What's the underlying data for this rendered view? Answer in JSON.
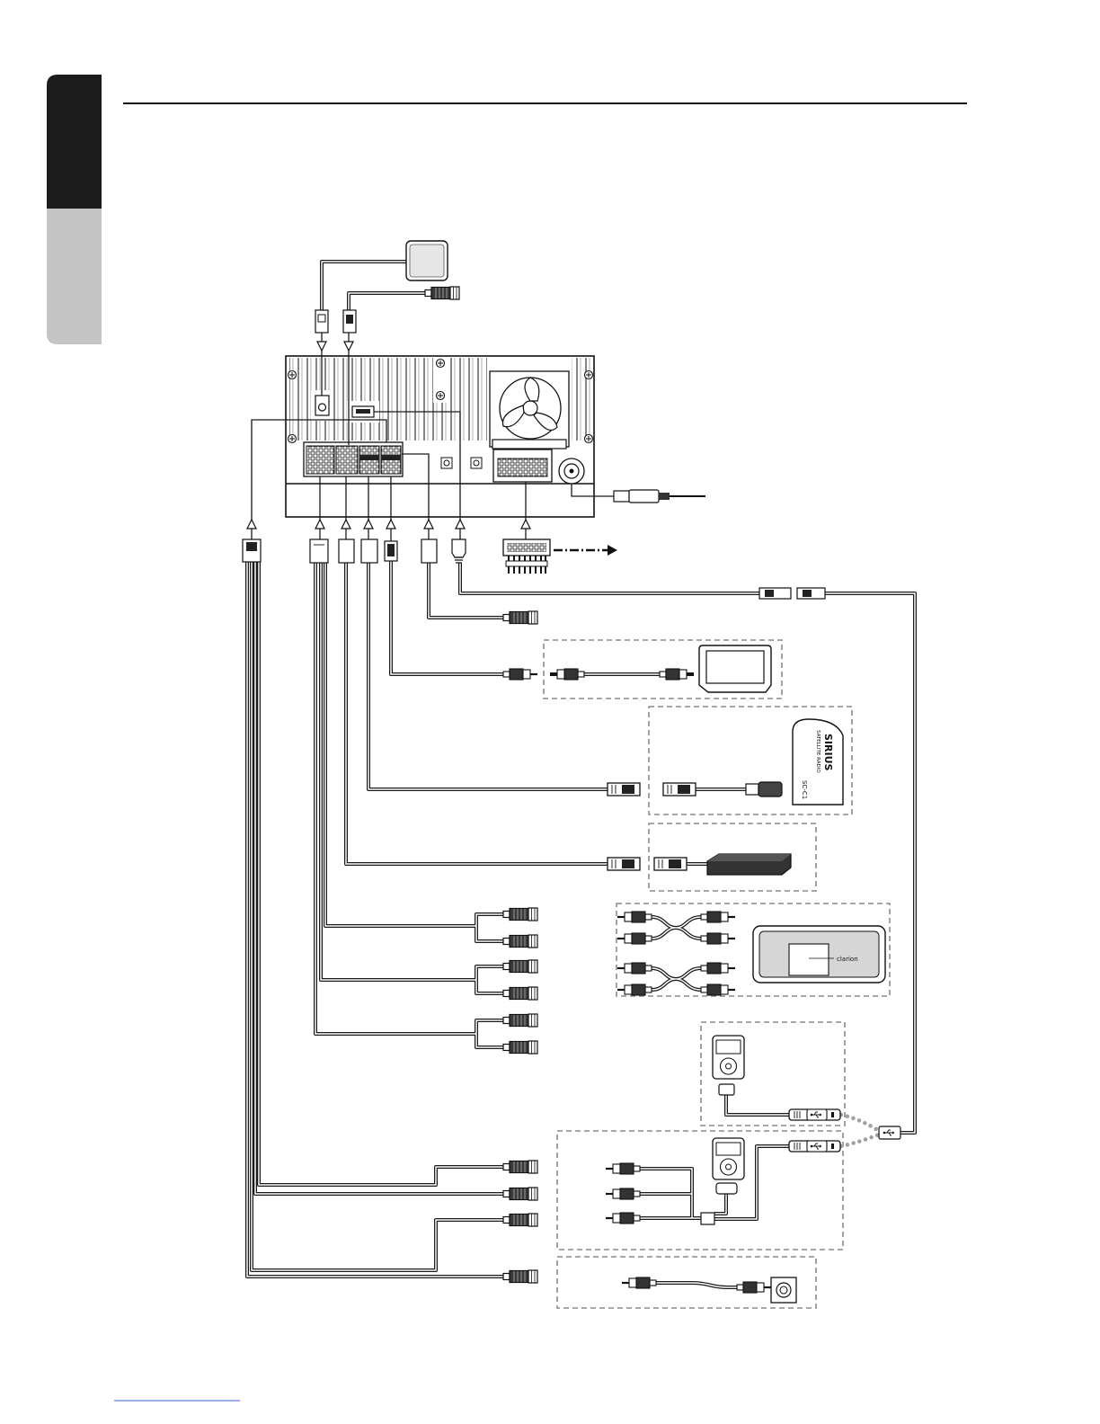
{
  "colors": {
    "line": "#1a1a1a",
    "tab_dark": "#1c1c1c",
    "tab_light": "#c4c4c4",
    "dashed_box": "#8a8a8a",
    "dotted_link": "#a0a0a0",
    "link_underline": "#3b5fd0"
  },
  "sirius_tuner": {
    "brand": "SIRIUS",
    "subtitle": "SATELLITE RADIO",
    "model": "SC-C1"
  },
  "amplifier": {
    "brand": "clarion"
  },
  "icons": {
    "usb_connector": "usb-icon",
    "gps_antenna": "gps-antenna-icon",
    "head_unit_fan": "fan-icon",
    "monitor": "monitor-icon",
    "ipod": "ipod-icon",
    "camera": "camera-icon",
    "amplifier": "amplifier-icon",
    "dvd_changer": "dvd-changer-icon"
  }
}
